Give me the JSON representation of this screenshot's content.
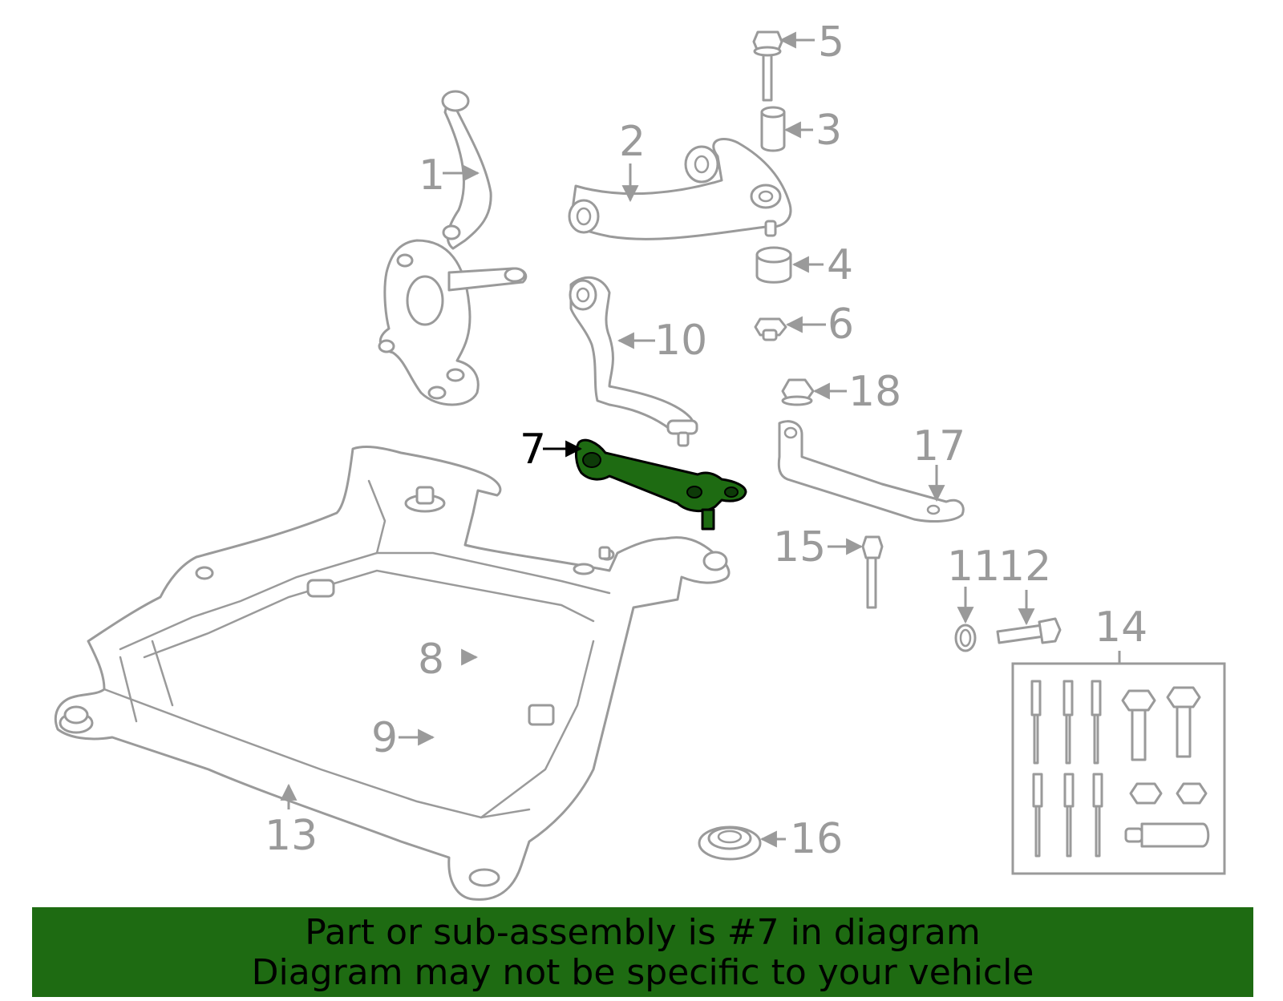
{
  "callouts": {
    "c1": "1",
    "c2": "2",
    "c3": "3",
    "c4": "4",
    "c5": "5",
    "c6": "6",
    "c7": "7",
    "c8": "8",
    "c9": "9",
    "c10": "10",
    "c11": "11",
    "c12": "12",
    "c13": "13",
    "c14": "14",
    "c15": "15",
    "c16": "16",
    "c17": "17",
    "c18": "18"
  },
  "highlight": {
    "part_number": "7",
    "color": "#1e6b12"
  },
  "footer": {
    "line1": "Part or sub-assembly is #7 in diagram",
    "line2": "Diagram may not be specific to your vehicle",
    "background": "#1e6b12"
  }
}
